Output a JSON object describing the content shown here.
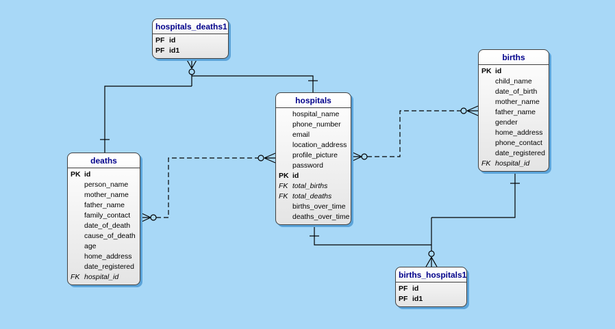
{
  "diagram": {
    "background_color": "#a8d8f7",
    "line_color": "#000000",
    "table_header_color": "#00008b",
    "shadow_color": "#5ba4da",
    "tables": [
      {
        "id": "hospitals_deaths1",
        "title": "hospitals_deaths1",
        "columns": [
          {
            "prefix": "PF",
            "name": "id",
            "style": "pk"
          },
          {
            "prefix": "PF",
            "name": "id1",
            "style": "pk"
          }
        ]
      },
      {
        "id": "deaths",
        "title": "deaths",
        "columns": [
          {
            "prefix": "PK",
            "name": "id",
            "style": "pk"
          },
          {
            "prefix": "",
            "name": "person_name",
            "style": "normal"
          },
          {
            "prefix": "",
            "name": "mother_name",
            "style": "normal"
          },
          {
            "prefix": "",
            "name": "father_name",
            "style": "normal"
          },
          {
            "prefix": "",
            "name": "family_contact",
            "style": "normal"
          },
          {
            "prefix": "",
            "name": "date_of_death",
            "style": "normal"
          },
          {
            "prefix": "",
            "name": "cause_of_death",
            "style": "normal"
          },
          {
            "prefix": "",
            "name": "age",
            "style": "normal"
          },
          {
            "prefix": "",
            "name": "home_address",
            "style": "normal"
          },
          {
            "prefix": "",
            "name": "date_registered",
            "style": "normal"
          },
          {
            "prefix": "FK",
            "name": "hospital_id",
            "style": "fk"
          }
        ]
      },
      {
        "id": "hospitals",
        "title": "hospitals",
        "columns": [
          {
            "prefix": "",
            "name": "hospital_name",
            "style": "normal"
          },
          {
            "prefix": "",
            "name": "phone_number",
            "style": "normal"
          },
          {
            "prefix": "",
            "name": "email",
            "style": "normal"
          },
          {
            "prefix": "",
            "name": "location_address",
            "style": "normal"
          },
          {
            "prefix": "",
            "name": "profile_picture",
            "style": "normal"
          },
          {
            "prefix": "",
            "name": "password",
            "style": "normal"
          },
          {
            "prefix": "PK",
            "name": "id",
            "style": "pk"
          },
          {
            "prefix": "FK",
            "name": "total_births",
            "style": "fk"
          },
          {
            "prefix": "FK",
            "name": "total_deaths",
            "style": "fk"
          },
          {
            "prefix": "",
            "name": "births_over_time",
            "style": "normal"
          },
          {
            "prefix": "",
            "name": "deaths_over_time",
            "style": "normal"
          }
        ]
      },
      {
        "id": "births",
        "title": "births",
        "columns": [
          {
            "prefix": "PK",
            "name": "id",
            "style": "pk"
          },
          {
            "prefix": "",
            "name": "child_name",
            "style": "normal"
          },
          {
            "prefix": "",
            "name": "date_of_birth",
            "style": "normal"
          },
          {
            "prefix": "",
            "name": "mother_name",
            "style": "normal"
          },
          {
            "prefix": "",
            "name": "father_name",
            "style": "normal"
          },
          {
            "prefix": "",
            "name": "gender",
            "style": "normal"
          },
          {
            "prefix": "",
            "name": "home_address",
            "style": "normal"
          },
          {
            "prefix": "",
            "name": "phone_contact",
            "style": "normal"
          },
          {
            "prefix": "",
            "name": "date_registered",
            "style": "normal"
          },
          {
            "prefix": "FK",
            "name": "hospital_id",
            "style": "fk"
          }
        ]
      },
      {
        "id": "births_hospitals1",
        "title": "births_hospitals1",
        "columns": [
          {
            "prefix": "PF",
            "name": "id",
            "style": "pk"
          },
          {
            "prefix": "PF",
            "name": "id1",
            "style": "pk"
          }
        ]
      }
    ]
  }
}
